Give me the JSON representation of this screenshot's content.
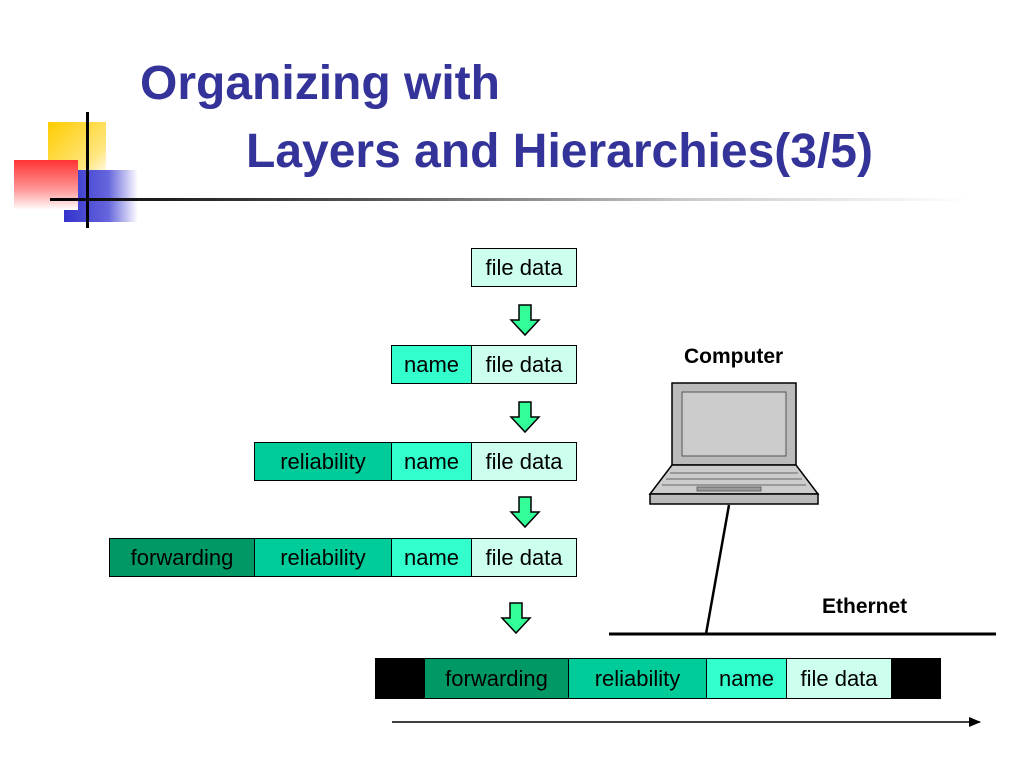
{
  "slide": {
    "title_line1": "Organizing with",
    "title_line2": "Layers and Hierarchies(3/5)"
  },
  "cells": {
    "file_data": "file data",
    "name": "name",
    "reliability": "reliability",
    "forwarding": "forwarding"
  },
  "labels": {
    "computer": "Computer",
    "ethernet": "Ethernet"
  },
  "colors": {
    "title": "#333399",
    "file_data": "#ccffee",
    "name": "#33ffcc",
    "reliability": "#00cc99",
    "forwarding": "#009966",
    "arrow": "#33ff99"
  }
}
